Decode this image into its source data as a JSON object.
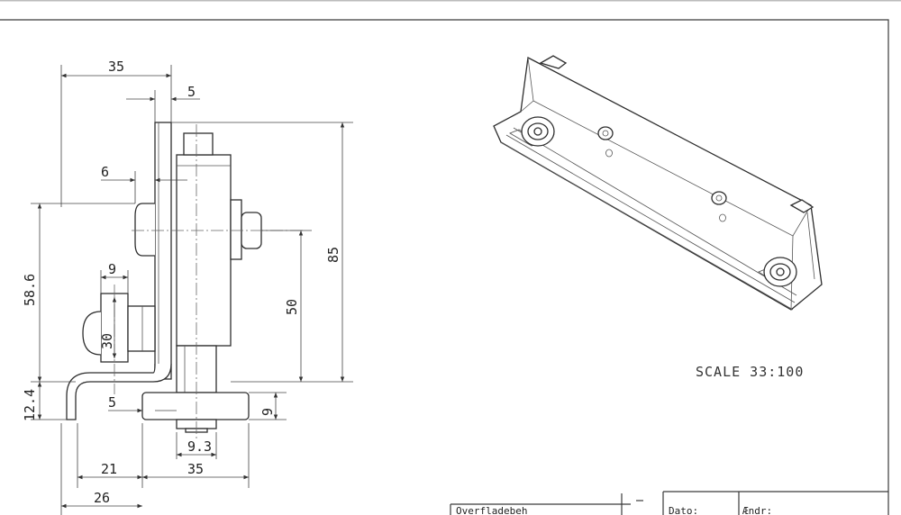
{
  "dimensions": {
    "d35_top": "35",
    "d5_top": "5",
    "d6": "6",
    "d58_6": "58.6",
    "d9_top": "9",
    "d30": "30",
    "d12_4": "12.4",
    "d5_bottom": "5",
    "d50": "50",
    "d85": "85",
    "d9_right": "9",
    "d9_3": "9.3",
    "d21": "21",
    "d35_bottom": "35",
    "d26": "26"
  },
  "scale_label": "SCALE  33:100",
  "title_block": {
    "surface_label": "Overfladebeh",
    "date_label": "Dato:",
    "change_label": "Ændr:"
  }
}
